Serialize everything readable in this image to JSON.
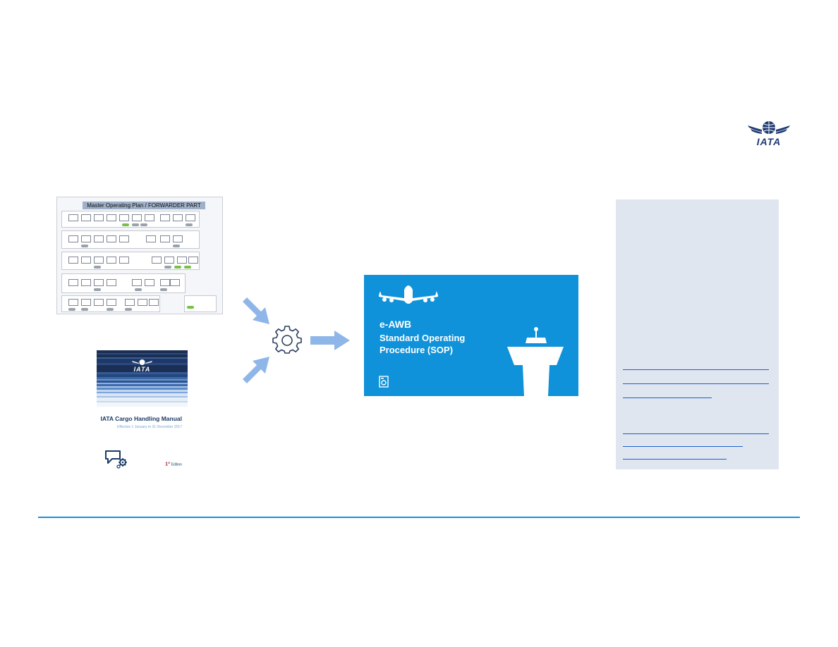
{
  "logo": {
    "label": "IATA",
    "color": "#1f3b73"
  },
  "mop_thumbnail": {
    "title": "Master Operating Plan / FORWARDER PART"
  },
  "chm_cover": {
    "logo_label": "IATA",
    "title": "IATA Cargo Handling Manual",
    "subtitle": "Effective 1 January to 31 December 2017",
    "edition_number": "1",
    "edition_suffix": "st",
    "edition_word": "Edition"
  },
  "flow": {
    "gear_icon": "gear-icon",
    "arrow_color": "#8fb6e8"
  },
  "sop_card": {
    "title": "e-AWB",
    "subtitle_line1": "Standard Operating",
    "subtitle_line2": "Procedure (SOP)",
    "background": "#0f92da"
  },
  "side_panel": {
    "background": "#dfe6ef",
    "link_color": "#1f5fd1"
  },
  "divider_color": "#1a90d9"
}
